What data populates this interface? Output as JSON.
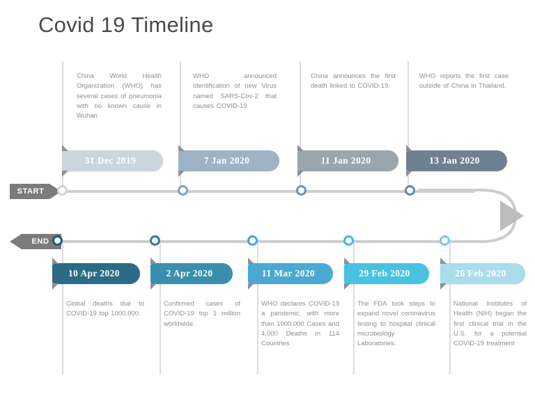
{
  "page": {
    "title": "Covid 19 Timeline",
    "background": "#ffffff",
    "title_color": "#4a4a4a",
    "rail_color": "#cdcdcd",
    "body_text_color": "#8e8e8e"
  },
  "markers": {
    "start_label": "START",
    "end_label": "END",
    "tag_color": "#7b7b7b",
    "flow_arrow": "u-turn-arrow"
  },
  "top_row": [
    {
      "date": "31 Dec 2019",
      "text": "China World Health Organization (WHO) has several cases of pneumonia with no known cause in Wuhan",
      "color": "#ccd5dd",
      "node_color": "#ccd5dd"
    },
    {
      "date": "7 Jan 2020",
      "text": "WHO announced identification of new Virus named SARS-Cov-2 that causes COVID-19",
      "color": "#9fb3c6",
      "node_color": "#7fa3c0"
    },
    {
      "date": "11 Jan 2020",
      "text": "China announces the first death linked to COVID-19.",
      "color": "#9aa5ae",
      "node_color": "#6f92b3"
    },
    {
      "date": "13 Jan 2020",
      "text": "WHO reports the first case outside of China in Thailand.",
      "color": "#6f8191",
      "node_color": "#5c8bb5"
    }
  ],
  "bottom_row": [
    {
      "date": "10 Apr 2020",
      "text": "Global deaths due to COVID-19 top 1000,000.",
      "color": "#2c6b85",
      "node_color": "#1b5a78"
    },
    {
      "date": "2 Apr 2020",
      "text": "Confirmed cases of COVID-19 top 1 million worldwide.",
      "color": "#3a8fae",
      "node_color": "#2f7ca4"
    },
    {
      "date": "11 Mar 2020",
      "text": "WHO declares COVID-19 a pandemic, with more than 1000,000 Cases and 4,000 Deaths in 114 Countries",
      "color": "#4aa8d2",
      "node_color": "#3fa7dd"
    },
    {
      "date": "29 Feb 2020",
      "text": "The FDA took steps to expand novel coronavirus testing to hospital clinical microbiology Laboratories.",
      "color": "#49c2e2",
      "node_color": "#45b6ea"
    },
    {
      "date": "26 Feb 2020",
      "text": "National Institutes of Health (NIH) began the first clinical trial in the U.S. for a potential COVID-19 treatment",
      "color": "#a9ddec",
      "node_color": "#72cdf0"
    }
  ]
}
